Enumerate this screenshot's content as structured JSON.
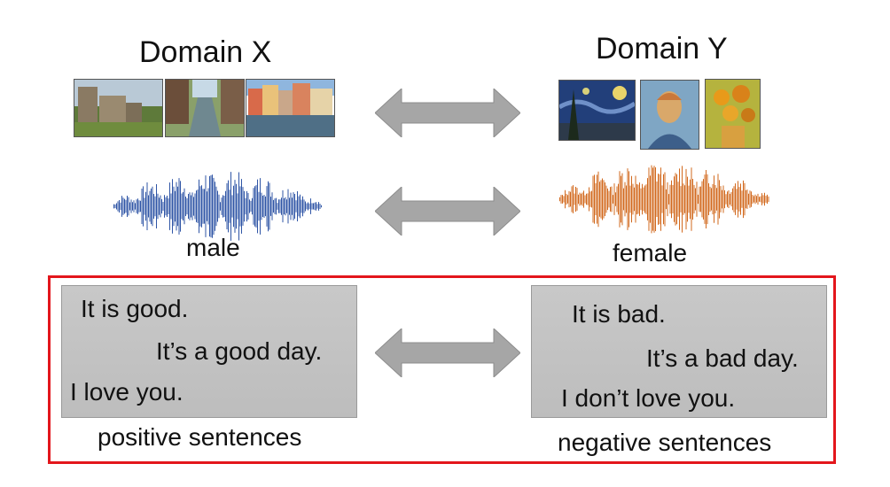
{
  "domain_x": {
    "title": "Domain X",
    "photos": [
      "castle-photo",
      "canal-photo",
      "harbor-photo"
    ],
    "audio_label": "male",
    "sentences": [
      "It is good.",
      "It’s a good day.",
      "I love you."
    ],
    "sentences_label": "positive sentences"
  },
  "domain_y": {
    "title": "Domain Y",
    "paintings": [
      "starry-night-painting",
      "self-portrait-painting",
      "sunflowers-painting"
    ],
    "audio_label": "female",
    "sentences": [
      "It is bad.",
      "It’s a bad day.",
      "I don’t love you."
    ],
    "sentences_label": "negative sentences"
  },
  "colors": {
    "male_wave": "#2f55a6",
    "female_wave": "#d2691e",
    "arrow": "#a6a6a6",
    "highlight_frame": "#e3161c"
  }
}
